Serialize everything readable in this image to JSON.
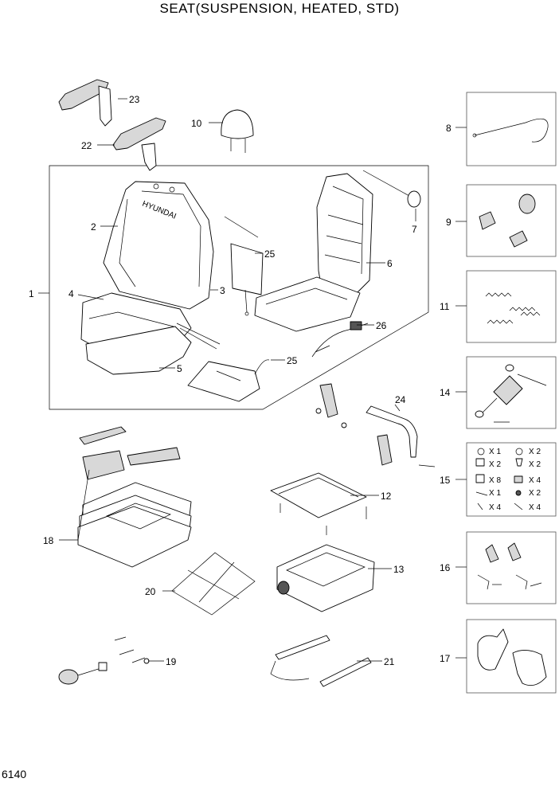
{
  "title": "SEAT(SUSPENSION, HEATED, STD)",
  "page_number": "6140",
  "callouts": {
    "c1": "1",
    "c2": "2",
    "c3": "3",
    "c4": "4",
    "c5": "5",
    "c6": "6",
    "c7": "7",
    "c8": "8",
    "c9": "9",
    "c10": "10",
    "c11": "11",
    "c12": "12",
    "c13": "13",
    "c14": "14",
    "c15": "15",
    "c16": "16",
    "c17": "17",
    "c18": "18",
    "c19": "19",
    "c20": "20",
    "c21": "21",
    "c22": "22",
    "c23": "23",
    "c24": "24",
    "c25a": "25",
    "c25b": "25",
    "c26": "26"
  },
  "kit15_quantities": [
    "X 1",
    "X 2",
    "X 2",
    "X 2",
    "X 8",
    "X 4",
    "X 1",
    "X 2",
    "X 4",
    "X 4"
  ],
  "colors": {
    "line": "#000000",
    "box_border": "#555555",
    "part_fill": "#d8d8d8",
    "dark_fill": "#555555"
  }
}
